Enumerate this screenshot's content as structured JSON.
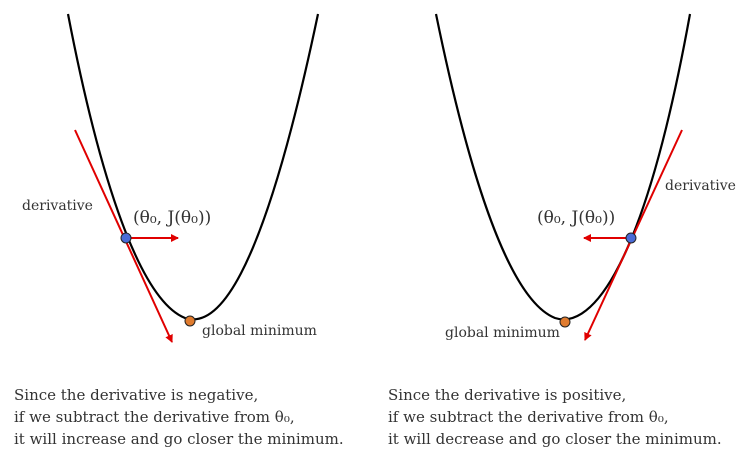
{
  "panels": [
    {
      "derivative_label": "derivative",
      "point_label": "(θ₀, J(θ₀))",
      "minimum_label": "global minimum",
      "caption_lines": [
        "Since the derivative is negative,",
        "if we subtract the derivative from θ₀,",
        "it will increase and go closer the minimum."
      ]
    },
    {
      "derivative_label": "derivative",
      "point_label": "(θ₀, J(θ₀))",
      "minimum_label": "global minimum",
      "caption_lines": [
        "Since the derivative is positive,",
        "if we subtract the derivative from θ₀,",
        "it will decrease and go closer the minimum."
      ]
    }
  ],
  "colors": {
    "curve": "#000000",
    "arrow": "#e00000",
    "point": "#4a6bd6",
    "minimum": "#e07b2e"
  }
}
